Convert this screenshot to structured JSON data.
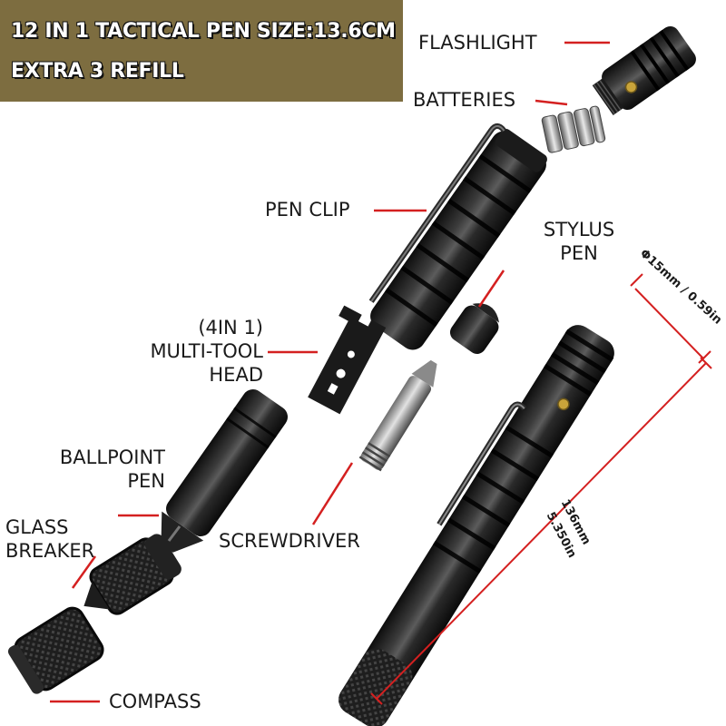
{
  "banner": {
    "line1": "12 IN 1 TACTICAL PEN SIZE:13.6CM",
    "line2": "EXTRA 3 REFILL",
    "background_color": "#7d6d40"
  },
  "labels": {
    "flashlight": "FLASHLIGHT",
    "batteries": "BATTERIES",
    "pen_clip": "PEN CLIP",
    "stylus_line1": "STYLUS",
    "stylus_line2": "PEN",
    "multitool_line1": "(4IN 1)",
    "multitool_line2": "MULTI-TOOL",
    "multitool_line3": "HEAD",
    "ballpoint_line1": "BALLPOINT",
    "ballpoint_line2": "PEN",
    "glass_line1": "GLASS",
    "glass_line2": "BREAKER",
    "screwdriver": "SCREWDRIVER",
    "compass": "COMPASS"
  },
  "dimensions": {
    "diameter": "Φ15mm / 0.59in",
    "length_mm": "136mm",
    "length_in": "5.350in"
  },
  "colors": {
    "leader_line": "#d42020",
    "metal_dark": "#141414",
    "metal_mid": "#2e2e2e",
    "metal_highlight": "#6a6a6a",
    "brass": "#b8962e",
    "steel": "#a9a9a9"
  }
}
